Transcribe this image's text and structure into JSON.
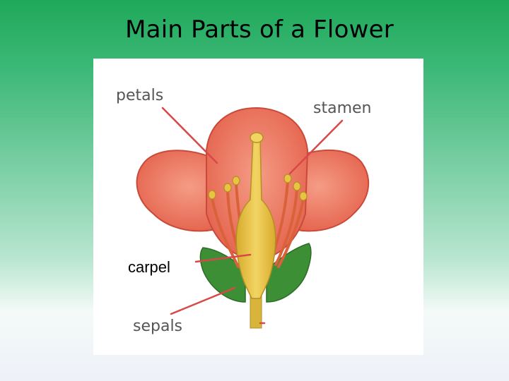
{
  "slide": {
    "title": "Main Parts of a Flower"
  },
  "diagram": {
    "labels": {
      "petals": "petals",
      "stamen": "stamen",
      "carpel": "carpel",
      "sepals": "sepals"
    },
    "colors": {
      "petal": "#ef7a62",
      "petal_outline": "#c94a3a",
      "sepal": "#3c8f34",
      "carpel": "#e9c443",
      "stamen": "#d9623a",
      "pointer_line": "#d94848"
    }
  }
}
